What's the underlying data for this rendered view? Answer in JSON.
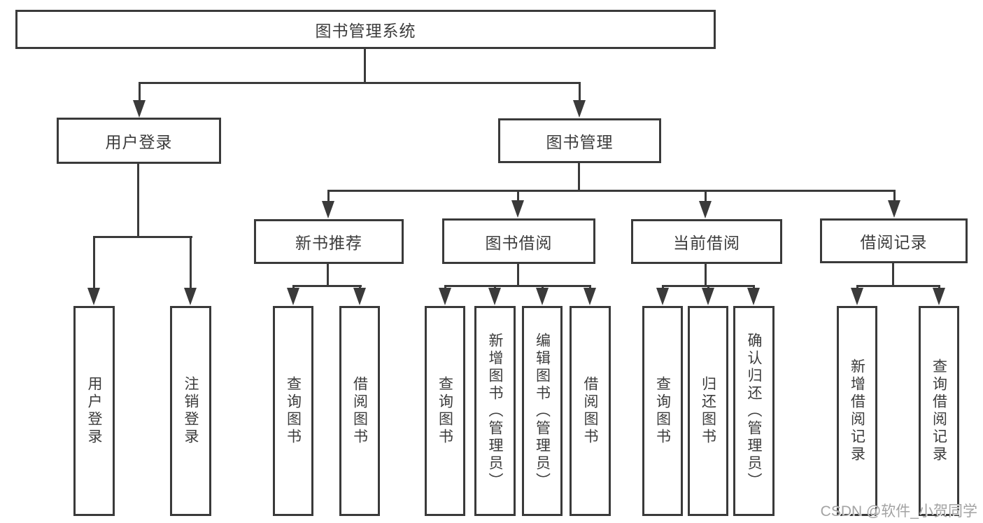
{
  "tree": {
    "label": "图书管理系统",
    "children": [
      {
        "label": "用户登录",
        "children": [
          {
            "label": "用户登录"
          },
          {
            "label": "注销登录"
          }
        ]
      },
      {
        "label": "图书管理",
        "children": [
          {
            "label": "新书推荐",
            "children": [
              {
                "label": "查询图书"
              },
              {
                "label": "借阅图书"
              }
            ]
          },
          {
            "label": "图书借阅",
            "children": [
              {
                "label": "查询图书"
              },
              {
                "label": "新增图书（管理员）"
              },
              {
                "label": "编辑图书（管理员）"
              },
              {
                "label": "借阅图书"
              }
            ]
          },
          {
            "label": "当前借阅",
            "children": [
              {
                "label": "查询图书"
              },
              {
                "label": "归还图书"
              },
              {
                "label": "确认归还（管理员）"
              }
            ]
          },
          {
            "label": "借阅记录",
            "children": [
              {
                "label": "新增借阅记录"
              },
              {
                "label": "查询借阅记录"
              }
            ]
          }
        ]
      }
    ]
  },
  "watermark": {
    "text": "CSDN @软件_小贺同学"
  },
  "colors": {
    "line": "#3a3a3a",
    "text": "#3c3c3c",
    "watermark": "#a3a3a3",
    "background": "#ffffff"
  }
}
